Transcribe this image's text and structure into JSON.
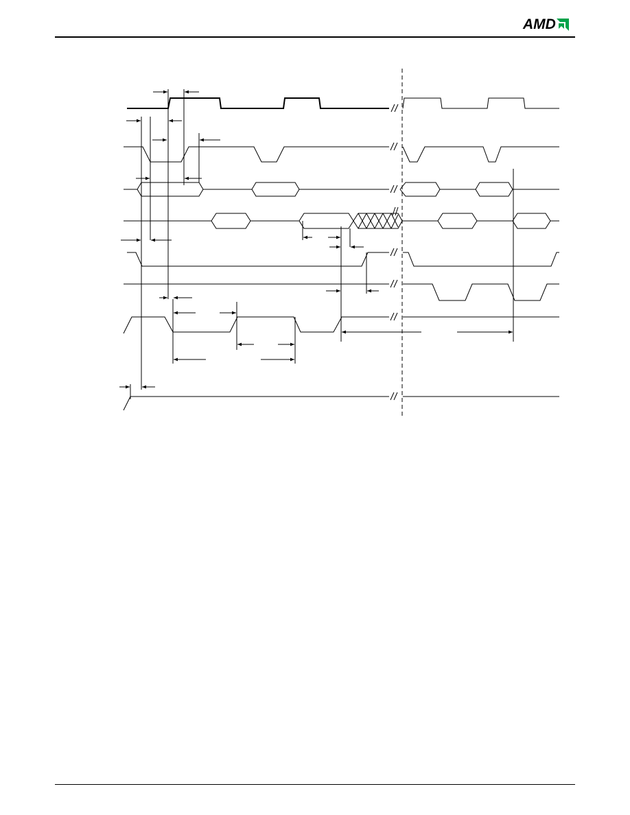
{
  "header": {
    "logo_text": "AMD",
    "logo_mark_icon": "amd-arrow-icon"
  },
  "diagram": {
    "signals": [
      {
        "key": "clock",
        "kind": "clock"
      },
      {
        "key": "ctrl-a",
        "kind": "active-low-pulses"
      },
      {
        "key": "bus-a",
        "kind": "bus"
      },
      {
        "key": "bus-b",
        "kind": "bus"
      },
      {
        "key": "strobe",
        "kind": "level"
      },
      {
        "key": "ctrl-b",
        "kind": "active-low-pulses"
      },
      {
        "key": "ctrl-c",
        "kind": "level"
      },
      {
        "key": "reset",
        "kind": "level"
      }
    ],
    "break_marker": "//"
  },
  "colors": {
    "ink": "#000000",
    "logo_green": "#00a24a"
  }
}
